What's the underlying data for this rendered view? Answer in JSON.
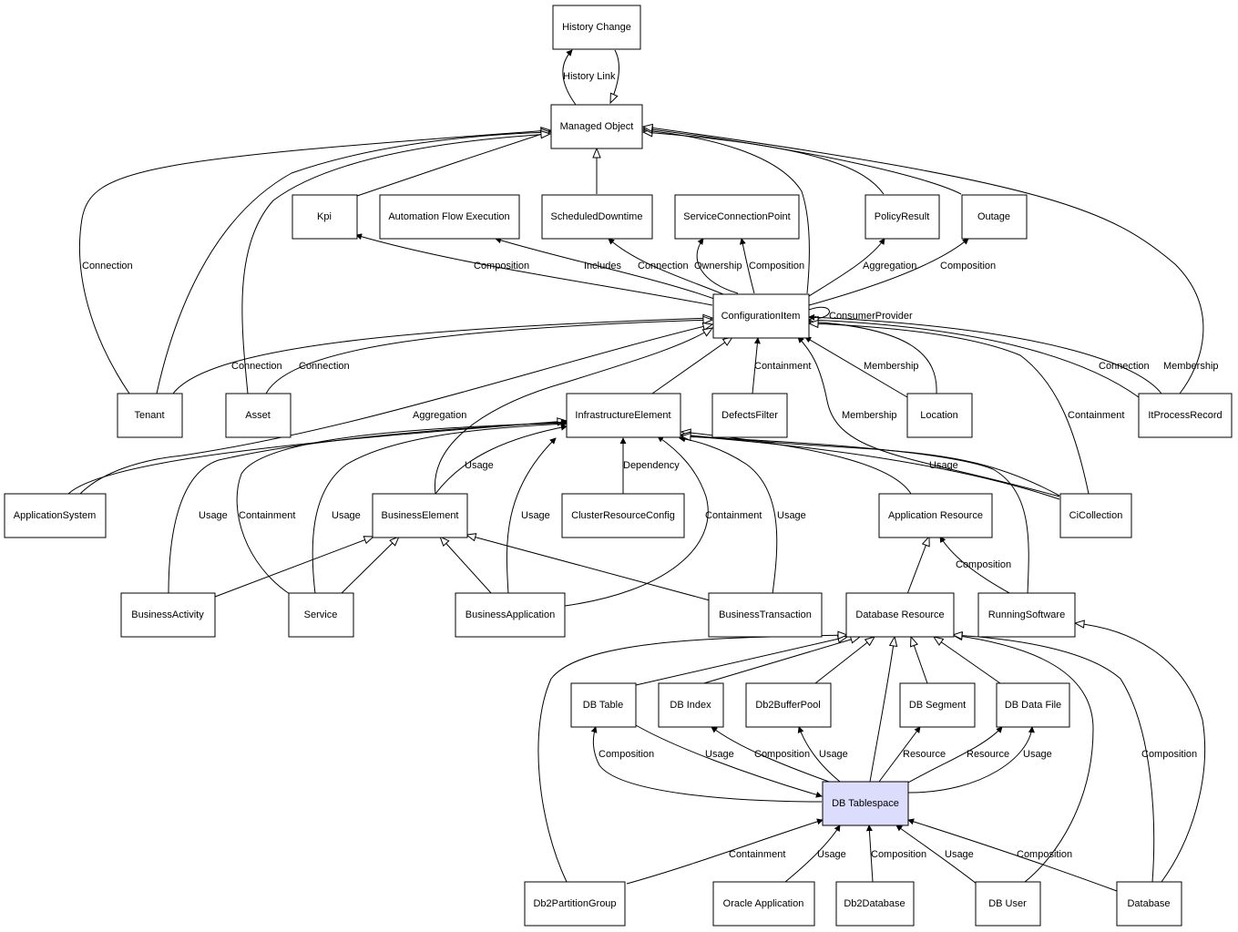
{
  "nodes": {
    "history_change": "History Change",
    "managed_object": "Managed Object",
    "kpi": "Kpi",
    "automation_flow_execution": "Automation Flow Execution",
    "scheduled_downtime": "ScheduledDowntime",
    "service_connection_point": "ServiceConnectionPoint",
    "policy_result": "PolicyResult",
    "outage": "Outage",
    "configuration_item": "ConfigurationItem",
    "tenant": "Tenant",
    "asset": "Asset",
    "infrastructure_element": "InfrastructureElement",
    "defects_filter": "DefectsFilter",
    "location": "Location",
    "it_process_record": "ItProcessRecord",
    "application_system": "ApplicationSystem",
    "business_element": "BusinessElement",
    "cluster_resource_config": "ClusterResourceConfig",
    "application_resource": "Application Resource",
    "ci_collection": "CiCollection",
    "business_activity": "BusinessActivity",
    "service": "Service",
    "business_application": "BusinessApplication",
    "business_transaction": "BusinessTransaction",
    "database_resource": "Database Resource",
    "running_software": "RunningSoftware",
    "db_table": "DB Table",
    "db_index": "DB Index",
    "db2_buffer_pool": "Db2BufferPool",
    "db_segment": "DB Segment",
    "db_data_file": "DB Data File",
    "db_tablespace": "DB Tablespace",
    "db2_partition_group": "Db2PartitionGroup",
    "oracle_application": "Oracle Application",
    "db2_database": "Db2Database",
    "db_user": "DB User",
    "database": "Database"
  },
  "edge_labels": {
    "history_link": "History Link",
    "tenant_mo_connection": "Connection",
    "ci_kpi_composition": "Composition",
    "ci_afe_includes": "Includes",
    "ci_sd_connection": "Connection",
    "ci_scp_ownership": "Ownership",
    "ci_scp_composition": "Composition",
    "ci_pr_aggregation": "Aggregation",
    "ci_outage_composition": "Composition",
    "ci_consumer_provider": "ConsumerProvider",
    "tenant_ci_connection": "Connection",
    "asset_ci_connection": "Connection",
    "defects_containment": "Containment",
    "location_membership": "Membership",
    "itpr_connection": "Connection",
    "itpr_membership": "Membership",
    "appsys_aggregation": "Aggregation",
    "cicoll_membership": "Membership",
    "cicoll_containment": "Containment",
    "be_ie_usage": "Usage",
    "crc_dependency": "Dependency",
    "cicoll_ie_usage": "Usage",
    "ba_ie_usage": "Usage",
    "service_ie_containment": "Containment",
    "service_ie_usage": "Usage",
    "bapp_ie_usage": "Usage",
    "bapp_ie_containment": "Containment",
    "bt_ie_usage": "Usage",
    "rs_ar_composition": "Composition",
    "tbs_table_composition": "Composition",
    "table_tbs_usage": "Usage",
    "tbs_index_composition": "Composition",
    "tbs_bp_usage": "Usage",
    "tbs_seg_resource": "Resource",
    "tbs_df_resource": "Resource",
    "tbs_df_usage": "Usage",
    "db_rs_composition": "Composition",
    "pg_tbs_containment": "Containment",
    "oa_tbs_usage": "Usage",
    "db2db_tbs_composition": "Composition",
    "user_tbs_usage": "Usage",
    "database_tbs_composition": "Composition"
  }
}
